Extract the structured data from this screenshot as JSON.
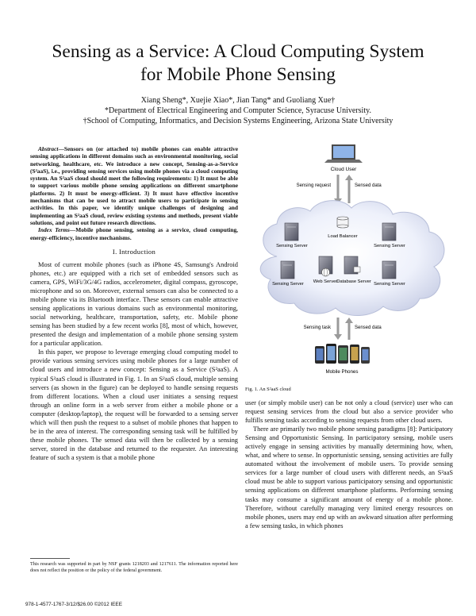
{
  "paper": {
    "title_line1": "Sensing as a Service: A Cloud Computing System",
    "title_line2": "for Mobile Phone Sensing",
    "authors_line": "Xiang Sheng*, Xuejie Xiao*, Jian Tang* and Guoliang Xue†",
    "affil1": "*Department of Electrical Engineering and Computer Science, Syracuse University.",
    "affil2": "†School of Computing, Informatics, and Decision Systems Engineering, Arizona State University",
    "abstract_label": "Abstract",
    "abstract_text": "—Sensors on (or attached to) mobile phones can enable attractive sensing applications in different domains such as environmental monitoring, social networking, healthcare, etc. We introduce a new concept, Sensing-as-a-Service (S²aaS), i.e., providing sensing services using mobile phones via a cloud computing system. An S²aaS cloud should meet the following requirements: 1) It must be able to support various mobile phone sensing applications on different smartphone platforms. 2) It must be energy-efficient. 3) It must have effective incentive mechanisms that can be used to attract mobile users to participate in sensing activities. In this paper, we identify unique challenges of designing and implementing an S²aaS cloud, review existing systems and methods, present viable solutions, and point out future research directions.",
    "index_label": "Index Terms",
    "index_text": "—Mobile phone sensing, sensing as a service, cloud computing, energy-efficiency, incentive mechanisms.",
    "section_heading": "I. Introduction",
    "col1_para1": "Most of current mobile phones (such as iPhone 4S, Samsung's Android phones, etc.) are equipped with a rich set of embedded sensors such as camera, GPS, WiFi/3G/4G radios, accelerometer, digital compass, gyroscope, microphone and so on. Moreover, external sensors can also be connected to a mobile phone via its Bluetooth interface. These sensors can enable attractive sensing applications in various domains such as environmental monitoring, social networking, healthcare, transportation, safety, etc. Mobile phone sensing has been studied by a few recent works [8], most of which, however, presented the design and implementation of a mobile phone sensing system for a particular application.",
    "col1_para2": "In this paper, we propose to leverage emerging cloud computing model to provide various sensing services using mobile phones for a large number of cloud users and introduce a new concept: Sensing as a Service (S²aaS). A typical S²aaS cloud is illustrated in Fig. 1. In an S²aaS cloud, multiple sensing servers (as shown in the figure) can be deployed to handle sensing requests from different locations. When a cloud user initiates a sensing request through an online form in a web server from either a mobile phone or a computer (desktop/laptop), the request will be forwarded to a sensing server which will then push the request to a subset of mobile phones that happen to be in the area of interest. The corresponding sensing task will be fulfilled by these mobile phones. The sensed data will then be collected by a sensing server, stored in the database and returned to the requester. An interesting feature of such a system is that a mobile phone",
    "col2_para1": "user (or simply mobile user) can be not only a cloud (service) user who can request sensing services from the cloud but also a service provider who fulfills sensing tasks according to sensing requests from other cloud users.",
    "col2_para2": "There are primarily two mobile phone sensing paradigms [8]: Participatory Sensing and Opportunistic Sensing. In participatory sensing, mobile users actively engage in sensing activities by manually determining how, when, what, and where to sense. In opportunistic sensing, sensing activities are fully automated without the involvement of mobile users. To provide sensing services for a large number of cloud users with different needs, an S²aaS cloud must be able to support various participatory sensing and opportunistic sensing applications on different smartphone platforms. Performing sensing tasks may consume a significant amount of energy of a mobile phone. Therefore, without carefully managing very limited energy resources on mobile phones, users may end up with an awkward situation after performing a few sensing tasks, in which phones",
    "footnote": "This research was supported in part by NSF grants 1218203 and 1217611. The information reported here does not reflect the position or the policy of the federal government.",
    "isbn": "978-1-4577-1767-3/12/$26.00 ©2012 IEEE",
    "figure_caption": "Fig. 1.   An S²aaS cloud"
  },
  "figure": {
    "cloud_user": "Cloud User",
    "sensing_request": "Sensing request",
    "sensed_data_top": "Sensed data",
    "sensing_server_tl": "Sensing Server",
    "load_balancer": "Load Balancer",
    "sensing_server_tr": "Sensing Server",
    "sensing_server_bl": "Sensing Server",
    "web_server": "Web Server",
    "database_server": "Database Server",
    "sensing_server_br": "Sensing Server",
    "sensing_task": "Sensing task",
    "sensed_data_bottom": "Sensed data",
    "mobile_phones": "Mobile Phones"
  }
}
